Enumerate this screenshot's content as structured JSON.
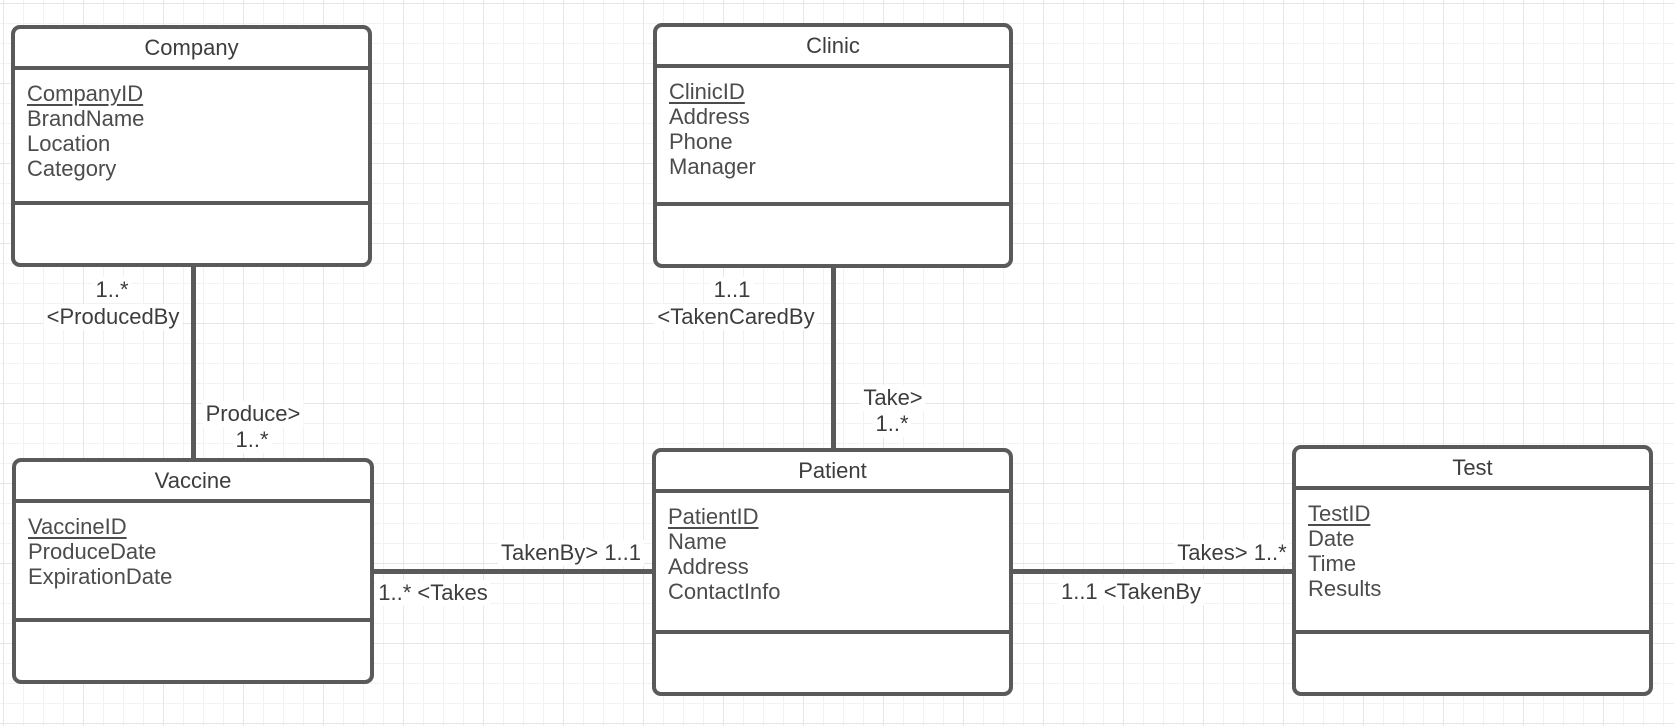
{
  "diagram": {
    "kind": "uml-class-diagram",
    "colors": {
      "stroke": "#5a5a5a",
      "title_text": "#3d3d3d",
      "attribute_text": "#4c4c4c",
      "background": "#ffffff",
      "grid_minor": "#f2f2f5",
      "grid_major": "#e6e6e9"
    }
  },
  "entities": [
    {
      "name": "Company",
      "attributes": [
        {
          "text": "CompanyID",
          "underlined": true
        },
        {
          "text": "BrandName",
          "underlined": false
        },
        {
          "text": "Location",
          "underlined": false
        },
        {
          "text": "Category",
          "underlined": false
        }
      ]
    },
    {
      "name": "Clinic",
      "attributes": [
        {
          "text": "ClinicID",
          "underlined": true
        },
        {
          "text": "Address",
          "underlined": false
        },
        {
          "text": "Phone",
          "underlined": false
        },
        {
          "text": "Manager",
          "underlined": false
        }
      ]
    },
    {
      "name": "Vaccine",
      "attributes": [
        {
          "text": "VaccineID",
          "underlined": true
        },
        {
          "text": "ProduceDate",
          "underlined": false
        },
        {
          "text": "ExpirationDate",
          "underlined": false
        }
      ]
    },
    {
      "name": "Patient",
      "attributes": [
        {
          "text": "PatientID",
          "underlined": true
        },
        {
          "text": "Name",
          "underlined": false
        },
        {
          "text": "Address",
          "underlined": false
        },
        {
          "text": "ContactInfo",
          "underlined": false
        }
      ]
    },
    {
      "name": "Test",
      "attributes": [
        {
          "text": "TestID",
          "underlined": true
        },
        {
          "text": "Date",
          "underlined": false
        },
        {
          "text": "Time",
          "underlined": false
        },
        {
          "text": "Results",
          "underlined": false
        }
      ]
    }
  ],
  "relationships": [
    {
      "from": "Company",
      "to": "Vaccine",
      "labels": {
        "from_multiplicity": "1..*",
        "from_role": "<ProducedBy",
        "to_role": "Produce>",
        "to_multiplicity": "1..*"
      }
    },
    {
      "from": "Clinic",
      "to": "Patient",
      "labels": {
        "from_multiplicity": "1..1",
        "from_role": "<TakenCaredBy",
        "to_role": "Take>",
        "to_multiplicity": "1..*"
      }
    },
    {
      "from": "Vaccine",
      "to": "Patient",
      "labels": {
        "patient_side": "TakenBy> 1..1",
        "vaccine_side": "1..* <Takes"
      }
    },
    {
      "from": "Patient",
      "to": "Test",
      "labels": {
        "test_side": "Takes> 1..*",
        "patient_side": "1..1 <TakenBy"
      }
    }
  ]
}
